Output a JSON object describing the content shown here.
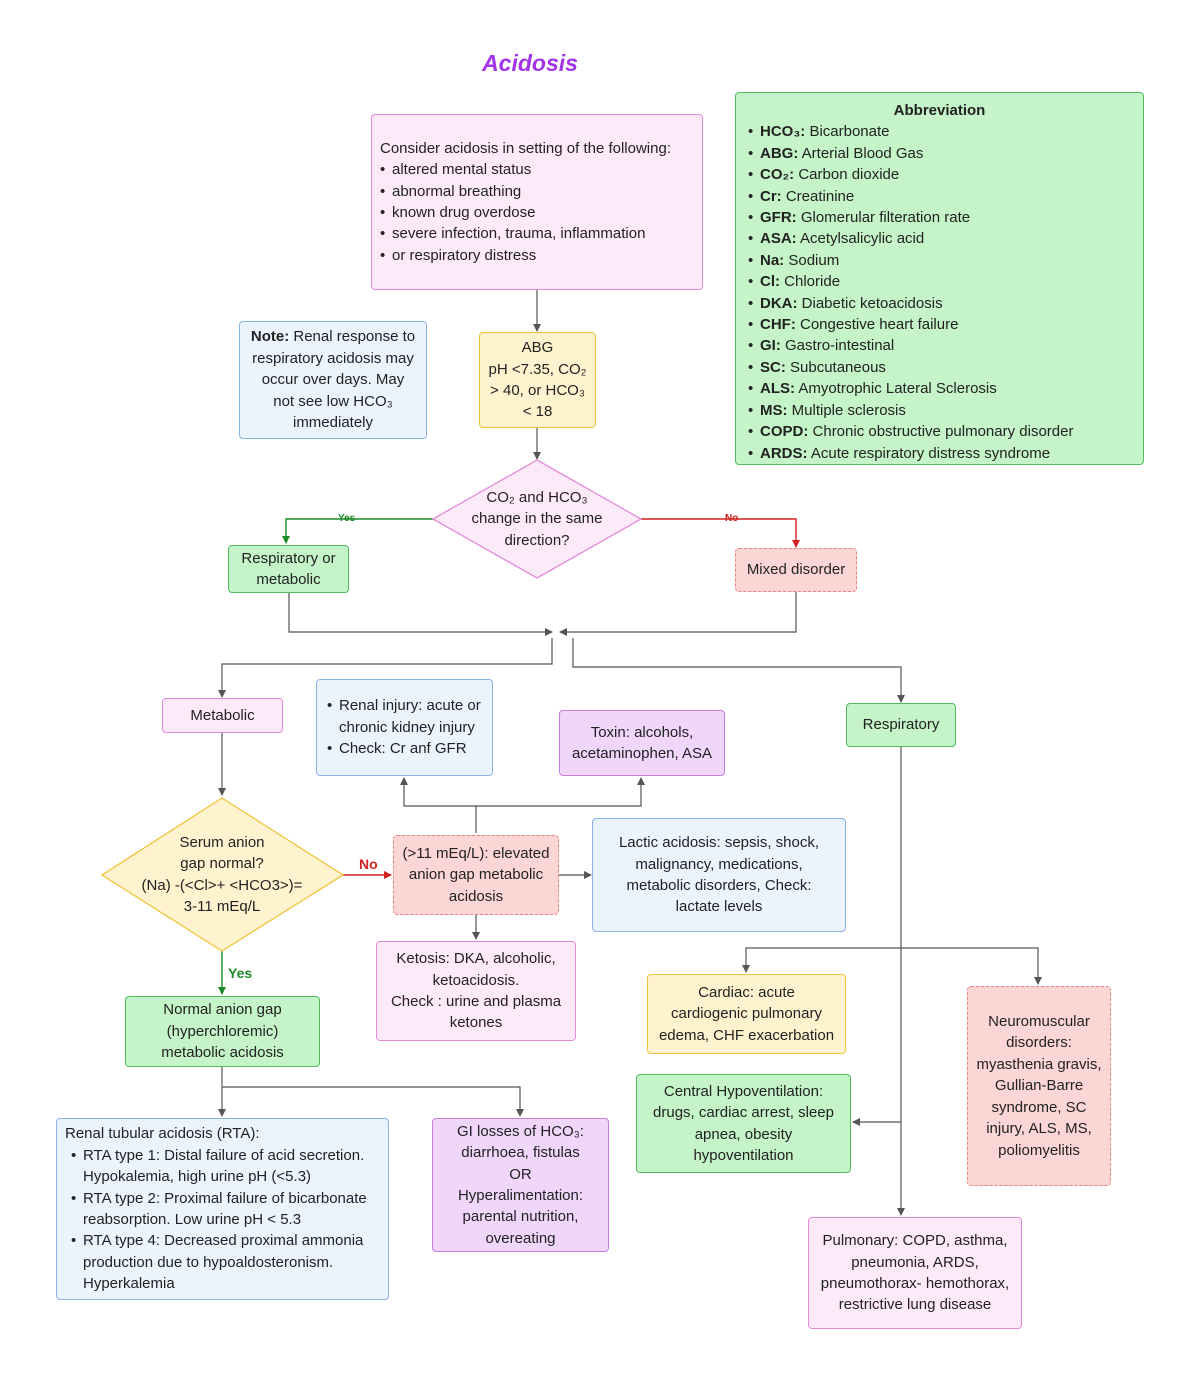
{
  "title": "Acidosis",
  "abbreviation": {
    "heading": "Abbreviation",
    "items": [
      {
        "term": "HCO₃:",
        "definition": "Bicarbonate"
      },
      {
        "term": "ABG:",
        "definition": "Arterial Blood Gas"
      },
      {
        "term": "CO₂:",
        "definition": "Carbon dioxide"
      },
      {
        "term": "Cr:",
        "definition": "Creatinine"
      },
      {
        "term": "GFR:",
        "definition": "Glomerular filteration rate"
      },
      {
        "term": "ASA:",
        "definition": "Acetylsalicylic acid"
      },
      {
        "term": "Na:",
        "definition": "Sodium"
      },
      {
        "term": "Cl:",
        "definition": "Chloride"
      },
      {
        "term": "DKA:",
        "definition": "Diabetic ketoacidosis"
      },
      {
        "term": "CHF:",
        "definition": "Congestive heart failure"
      },
      {
        "term": "GI:",
        "definition": "Gastro-intestinal"
      },
      {
        "term": "SC:",
        "definition": "Subcutaneous"
      },
      {
        "term": "ALS:",
        "definition": "Amyotrophic Lateral Sclerosis"
      },
      {
        "term": "MS:",
        "definition": "Multiple sclerosis"
      },
      {
        "term": "COPD:",
        "definition": "Chronic obstructive pulmonary disorder"
      },
      {
        "term": "ARDS:",
        "definition": "Acute respiratory distress syndrome"
      }
    ]
  },
  "consider": {
    "intro": "Consider acidosis in setting of the following:",
    "items": [
      "altered mental status",
      "abnormal breathing",
      "known drug overdose",
      "severe infection, trauma, inflammation",
      "or respiratory distress"
    ]
  },
  "note": {
    "label": "Note:",
    "lines": [
      "Renal response to",
      "respiratory acidosis may",
      "occur over days. May",
      "not see low HCO₃",
      "immediately"
    ]
  },
  "abg": {
    "lines": [
      "ABG",
      "pH <7.35, CO₂",
      "> 40, or HCO₃",
      "< 18"
    ]
  },
  "direction": {
    "lines": [
      "CO₂ and HCO₃",
      "change in the same",
      "direction?"
    ]
  },
  "yes_label": "Yes",
  "no_label": "No",
  "resp_or_metabolic": {
    "lines": [
      "Respiratory or",
      "metabolic"
    ]
  },
  "mixed": "Mixed disorder",
  "metabolic": "Metabolic",
  "respiratory": "Respiratory",
  "renal_injury": {
    "items": [
      "Renal injury: acute or chronic kidney injury",
      "Check: Cr anf GFR"
    ]
  },
  "toxin": {
    "lines": [
      "Toxin: alcohols,",
      "acetaminophen, ASA"
    ]
  },
  "anion_gap": {
    "lines": [
      "Serum anion",
      "gap normal?",
      "(Na) -(<Cl>+ <HCO3>)=",
      "3-11 mEq/L"
    ]
  },
  "anion_no": "No",
  "anion_yes": "Yes",
  "elevated": {
    "lines": [
      "(>11 mEq/L): elevated",
      "anion gap metabolic",
      "acidosis"
    ]
  },
  "lactic": {
    "lines": [
      "Lactic acidosis: sepsis, shock,",
      "malignancy, medications,",
      "metabolic disorders, Check:",
      "lactate levels"
    ]
  },
  "ketosis": {
    "lines": [
      "Ketosis: DKA, alcoholic,",
      "ketoacidosis.",
      "Check : urine and plasma",
      "ketones"
    ]
  },
  "normal_gap": {
    "lines": [
      "Normal anion  gap",
      "(hyperchloremic)",
      "metabolic acidosis"
    ]
  },
  "rta": {
    "intro": "Renal tubular acidosis (RTA):",
    "items": [
      "RTA type 1: Distal failure of acid secretion. Hypokalemia, high urine pH (<5.3)",
      "RTA type 2: Proximal failure of bicarbonate reabsorption. Low urine pH < 5.3",
      "RTA type 4: Decreased proximal ammonia production due to hypoaldosteronism. Hyperkalemia"
    ]
  },
  "gi_losses": {
    "lines": [
      "GI losses of HCO₃:",
      "diarrhoea, fistulas",
      "OR",
      "Hyperalimentation:",
      "parental nutrition,",
      "overeating"
    ]
  },
  "cardiac": {
    "lines": [
      "Cardiac: acute",
      "cardiogenic pulmonary",
      "edema, CHF exacerbation"
    ]
  },
  "central": {
    "lines": [
      "Central Hypoventilation:",
      "drugs, cardiac arrest, sleep",
      "apnea, obesity",
      "hypoventilation"
    ]
  },
  "neuromuscular": {
    "lines": [
      "Neuromuscular",
      "disorders:",
      "myasthenia gravis,",
      "Gullian-Barre",
      "syndrome, SC",
      "injury, ALS, MS,",
      "poliomyelitis"
    ]
  },
  "pulmonary": {
    "lines": [
      "Pulmonary: COPD, asthma,",
      "pneumonia, ARDS,",
      "pneumothorax- hemothorax,",
      "restrictive lung disease"
    ]
  },
  "colors": {
    "title": "#a333e6",
    "yes": "#1d8a2a",
    "no": "#d32020",
    "connector": "#555555"
  }
}
